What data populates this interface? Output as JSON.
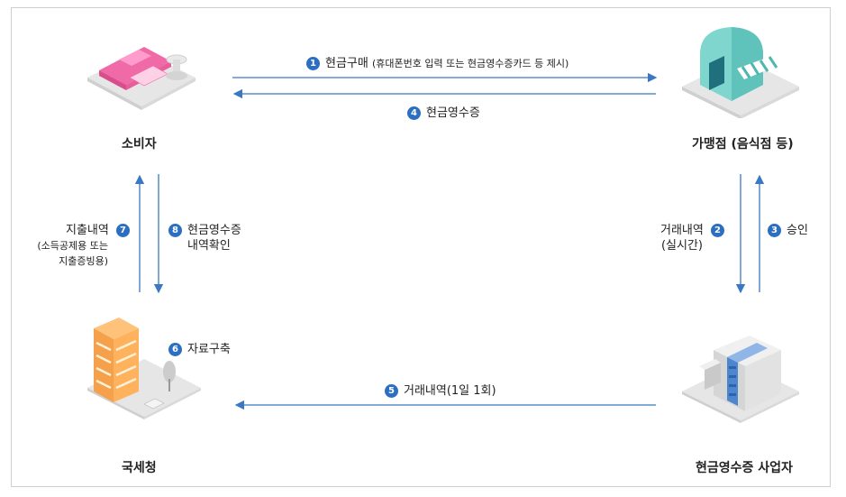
{
  "nodes": {
    "consumer": "소비자",
    "store": "가맹점 (음식점 등)",
    "tax_office": "국세청",
    "operator": "현금영수증 사업자"
  },
  "steps": [
    {
      "num": "1",
      "text": "현금구매",
      "sub": "(휴대폰번호 입력 또는 현금영수증카드 등 제시)"
    },
    {
      "num": "2",
      "text": "거래내역",
      "sub": "(실시간)"
    },
    {
      "num": "3",
      "text": "승인"
    },
    {
      "num": "4",
      "text": "현금영수증"
    },
    {
      "num": "5",
      "text": "거래내역(1일 1회)"
    },
    {
      "num": "6",
      "text": "자료구축"
    },
    {
      "num": "7",
      "text": "지출내역",
      "sub1": "(소득공제용 또는",
      "sub2": "지출증빙용)"
    },
    {
      "num": "8",
      "text": "현금영수증",
      "sub": "내역확인"
    }
  ],
  "colors": {
    "arrow": "#3a78c4",
    "badge": "#2c6fc2"
  }
}
